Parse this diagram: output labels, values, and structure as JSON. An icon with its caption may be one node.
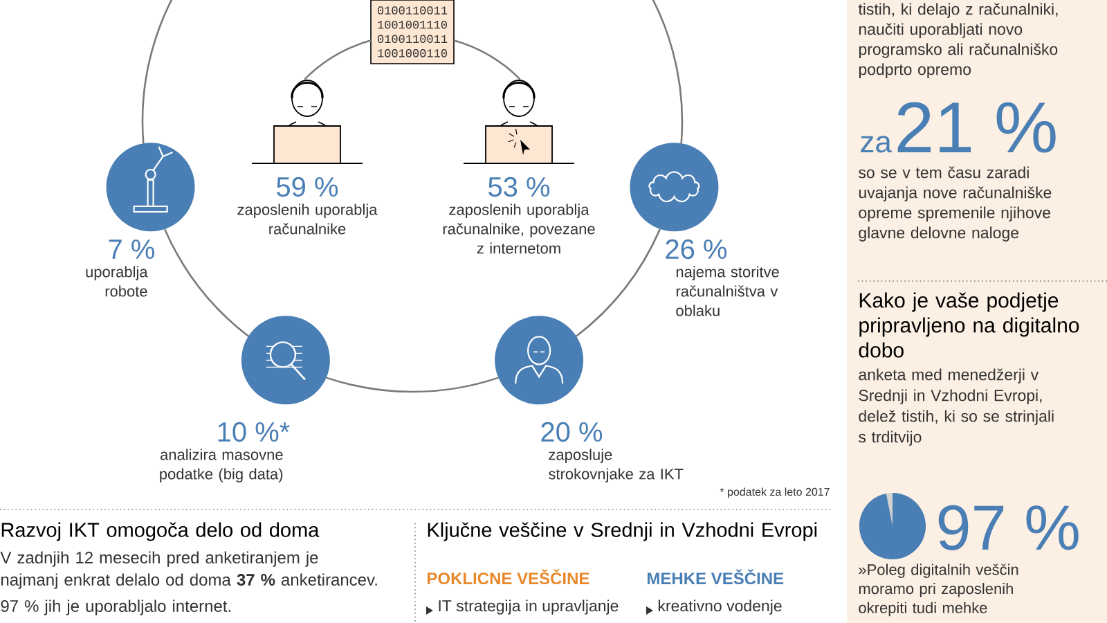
{
  "diagram": {
    "nodes": [
      {
        "text": [
          "0100110011 1001001110 0100110011 1001000110"
        ]
      },
      {
        "text": [],
        "shape": "picture",
        "beside": [
          "59 %",
          "zaposlenih uporablja računalnike"
        ]
      },
      {
        "text": [],
        "shape": "picture",
        "beside": [
          "53 %",
          "zaposlenih uporablja računalnike, povezane z internetom"
        ]
      },
      {
        "text": [],
        "shape": "circle",
        "beside": [
          "7 %",
          "uporablja robote"
        ]
      },
      {
        "text": [],
        "shape": "circle",
        "beside": [
          "26 %",
          "najema storitve računalništva v oblaku"
        ]
      },
      {
        "text": [],
        "shape": "circle",
        "beside": [
          "10 %*",
          "analizira masovne podatke (big data)"
        ]
      },
      {
        "text": [],
        "shape": "circle",
        "beside": [
          "20 %",
          "zaposluje strokovnjake za IKT"
        ]
      }
    ],
    "edges": [
      {
        "from": 1,
        "to": 0,
        "arrow": "none"
      },
      {
        "from": 0,
        "to": 2,
        "arrow": "none"
      },
      {
        "from": 3,
        "to": 4,
        "arrow": "none"
      },
      {
        "from": 4,
        "to": 6,
        "arrow": "none"
      },
      {
        "from": 6,
        "to": 5,
        "arrow": "none"
      },
      {
        "from": 5,
        "to": 3,
        "arrow": "none"
      }
    ],
    "labels": [
      "* podatek za leto 2017",
      "Razvoj IKT omogoča delo od doma",
      "V zadnjih 12 mesecih pred anketiranjem je najmanj enkrat delalo od doma **37 %** anketirancev.",
      "97 % jih je uporabljalo internet.",
      "Ključne veščine v Srednji in Vzhodni Evropi",
      "POKLICNE VEŠČINE",
      "MEHKE VEŠČINE",
      "IT strategija in upravljanje",
      "kreativno vodenje",
      "tistih, ki delajo z računalniki, naučiti uporabljati novo programsko ali računalniško podprto opremo",
      "za",
      "21 %",
      "so se v tem času zaradi uvajanja nove računalniške opreme spremenile njihove glavne delovne naloge",
      "Kako je vaše podjetje pripravljeno na digitalno dobo",
      "anketa med menedžerji v Srednji in Vzhodni Evropi, delež tistih, ki so se strinjali s trditvijo",
      "97 %",
      "»Poleg digitalnih veščin moramo pri zaposlenih okrepiti tudi mehke"
    ]
  }
}
